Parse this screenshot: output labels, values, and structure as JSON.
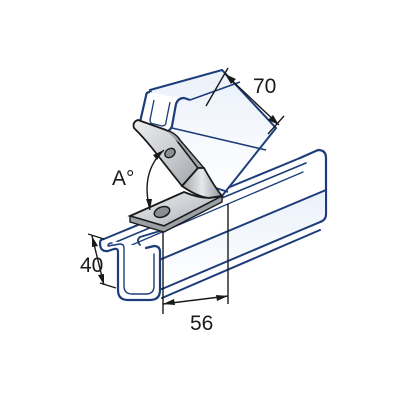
{
  "diagram": {
    "labels": {
      "length": "70",
      "angle": "A°",
      "channel_depth": "40",
      "width": "56"
    },
    "colors": {
      "channel_stroke": "#1c3d7a",
      "channel_fill": "#ffffff",
      "channel_inner_fill": "#dfe9f6",
      "bracket_fill": "#d4d6d9",
      "bracket_shadow": "#a9adb2",
      "bracket_highlight": "#f2f3f4",
      "outline": "#1a1a1a",
      "dimension": "#1a1a1a"
    }
  }
}
